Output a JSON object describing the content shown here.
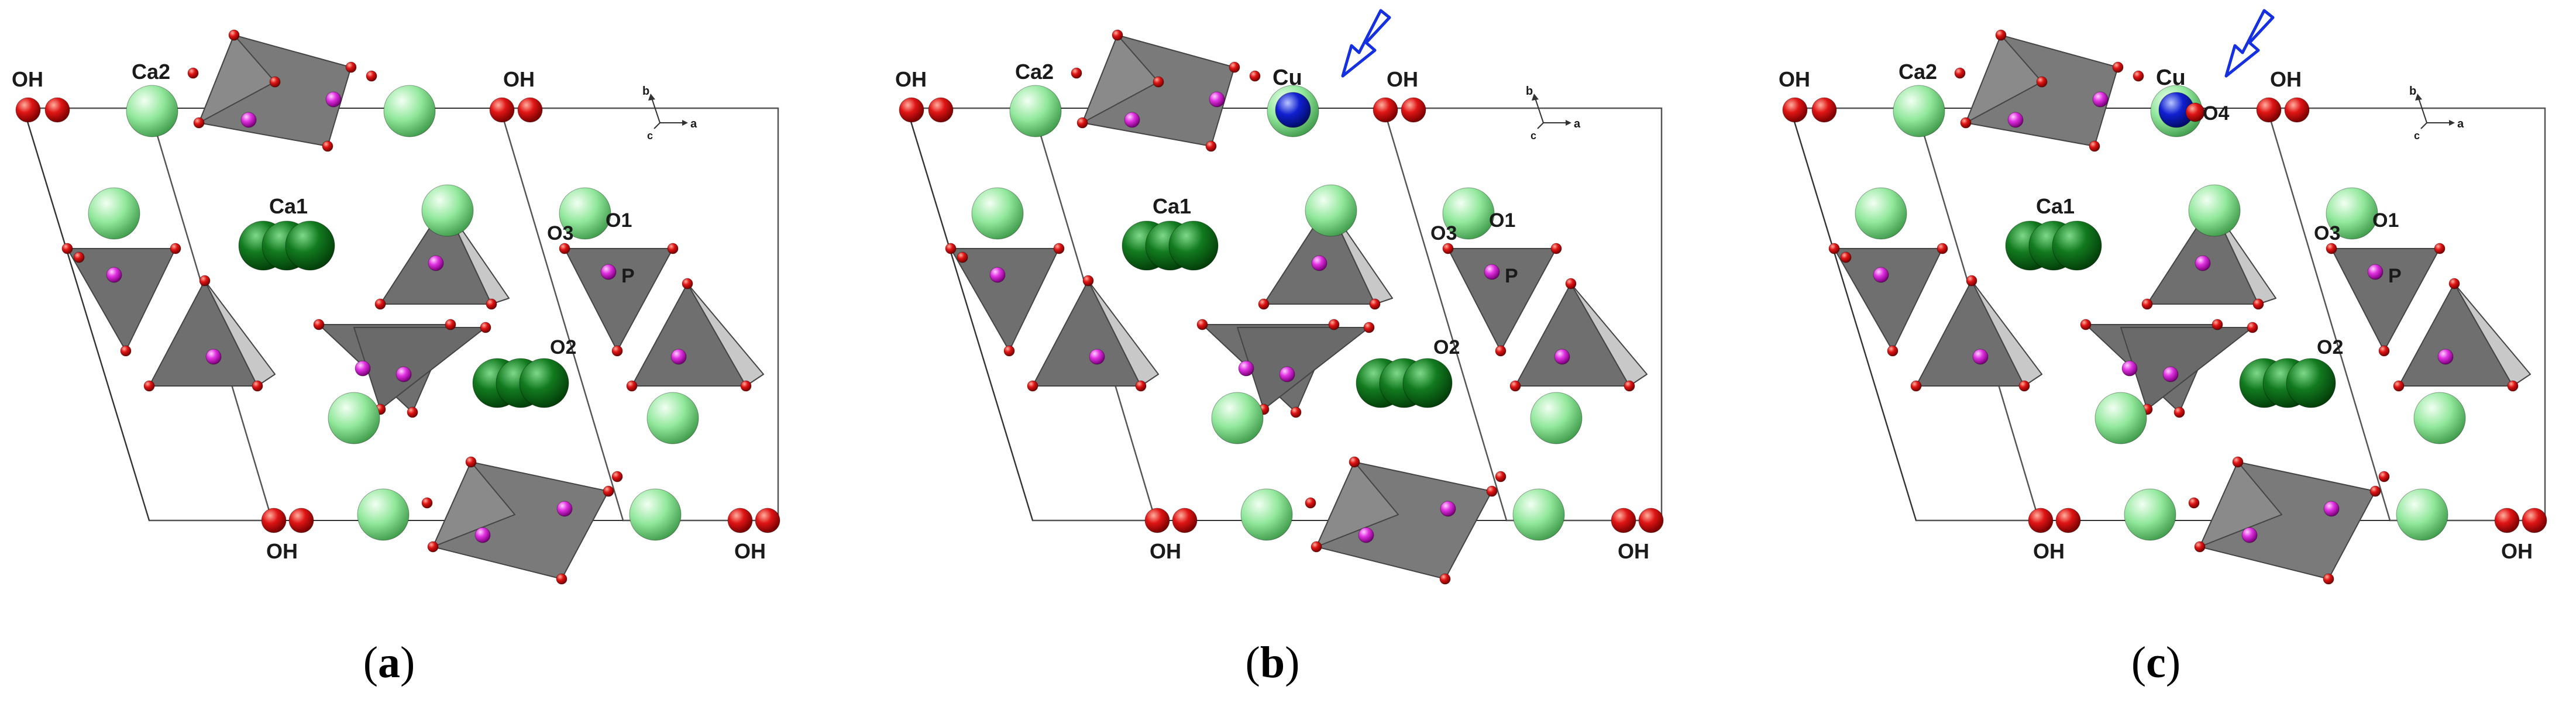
{
  "panels": [
    {
      "id": "a",
      "caption": "a",
      "atom_labels": {
        "oh_top_left": "OH",
        "ca2": "Ca2",
        "oh_top_mid": "OH",
        "ca1": "Ca1",
        "o3": "O3",
        "o1": "O1",
        "p": "P",
        "o2": "O2",
        "oh_bottom_left": "OH",
        "oh_bottom_right": "OH"
      },
      "axes": {
        "b": "b",
        "a": "a",
        "c": "c"
      },
      "has_cu": false,
      "has_o4": false
    },
    {
      "id": "b",
      "caption": "b",
      "atom_labels": {
        "oh_top_left": "OH",
        "ca2": "Ca2",
        "oh_top_mid": "OH",
        "ca1": "Ca1",
        "o3": "O3",
        "o1": "O1",
        "p": "P",
        "o2": "O2",
        "oh_bottom_left": "OH",
        "oh_bottom_right": "OH",
        "cu": "Cu"
      },
      "axes": {
        "b": "b",
        "a": "a",
        "c": "c"
      },
      "has_cu": true,
      "has_o4": false
    },
    {
      "id": "c",
      "caption": "c",
      "atom_labels": {
        "oh_top_left": "OH",
        "ca2": "Ca2",
        "oh_top_mid": "OH",
        "ca1": "Ca1",
        "o3": "O3",
        "o1": "O1",
        "p": "P",
        "o2": "O2",
        "oh_bottom_left": "OH",
        "oh_bottom_right": "OH",
        "cu": "Cu",
        "o4": "O4"
      },
      "axes": {
        "b": "b",
        "a": "a",
        "c": "c"
      },
      "has_cu": true,
      "has_o4": true
    }
  ],
  "colors": {
    "oxygen": "#dd1111",
    "phosphorus": "#dd22dd",
    "ca2": "#8fe89a",
    "ca1": "#0f6e1a",
    "copper": "#0a18c8",
    "tetrahedron": "#6f6f6f",
    "arrow": "#1530e0"
  }
}
